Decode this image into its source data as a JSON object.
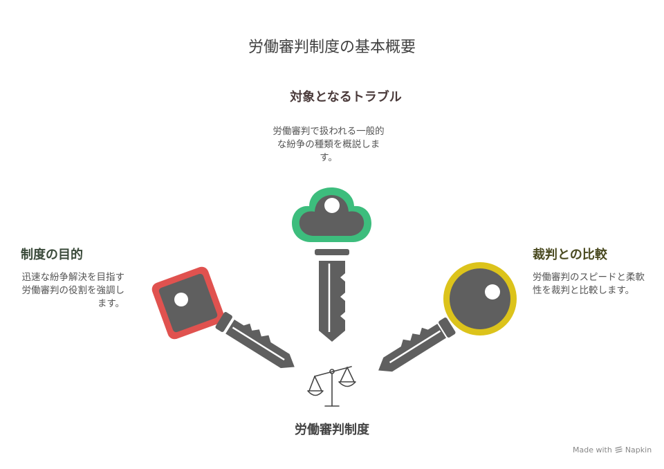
{
  "title": "労働審判制度の基本概要",
  "top": {
    "heading": "対象となるトラブル",
    "description": "労働審判で扱われる一般的な紛争の種類を概説します。"
  },
  "left": {
    "heading": "制度の目的",
    "description": "迅速な紛争解決を目指す労働審判の役割を強調します。"
  },
  "right": {
    "heading": "裁判との比較",
    "description": "労働審判のスピードと柔軟性を裁判と比較します。"
  },
  "center": {
    "label": "労働審判制度",
    "icon": "scales-of-justice-icon"
  },
  "footer": {
    "made_with": "Made with",
    "brand": "Napkin"
  },
  "colors": {
    "key_body": "#5f5f5f",
    "top_key_accent": "#3dbd7d",
    "left_key_accent": "#e0524f",
    "right_key_accent": "#dcc31b"
  }
}
